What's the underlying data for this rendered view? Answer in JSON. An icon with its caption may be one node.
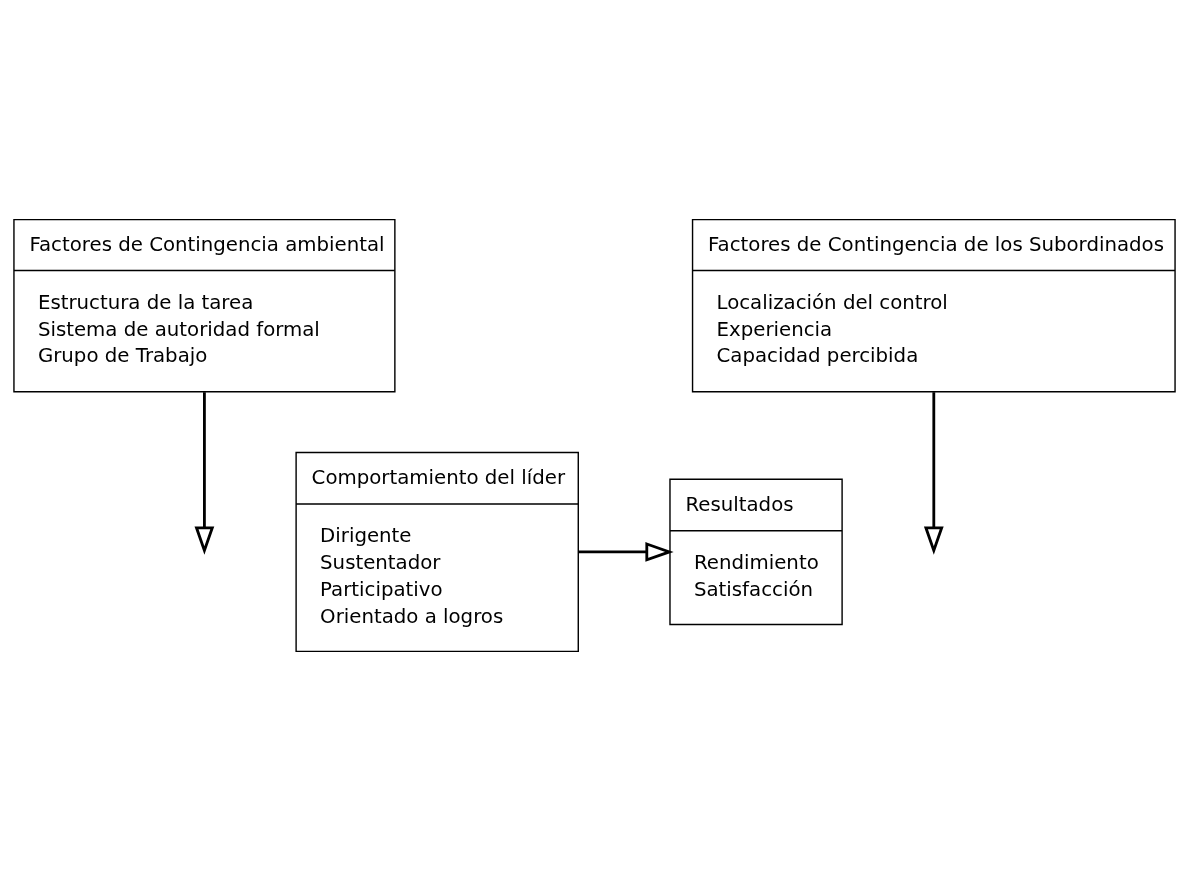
{
  "diagram": {
    "nodes": [
      {
        "text": [
          "Factores de Contingencia ambiental",
          "Estructura de la tarea",
          "Sistema de autoridad formal",
          "Grupo de Trabajo"
        ]
      },
      {
        "text": [
          "Comportamiento del líder",
          "Dirigente",
          "Sustentador",
          "Participativo",
          "Orientado a logros"
        ]
      },
      {
        "text": [
          "Resultados",
          "Rendimiento",
          "Satisfacción"
        ]
      },
      {
        "text": [
          "Factores de Contingencia de los Subordinados",
          "Localización del control",
          "Experiencia",
          "Capacidad percibida"
        ]
      }
    ],
    "edges": [
      {
        "from": 1,
        "to": 2,
        "arrow": "to"
      },
      {
        "from": 0,
        "to": null,
        "arrow": "to"
      },
      {
        "from": 3,
        "to": null,
        "arrow": "to"
      }
    ]
  }
}
